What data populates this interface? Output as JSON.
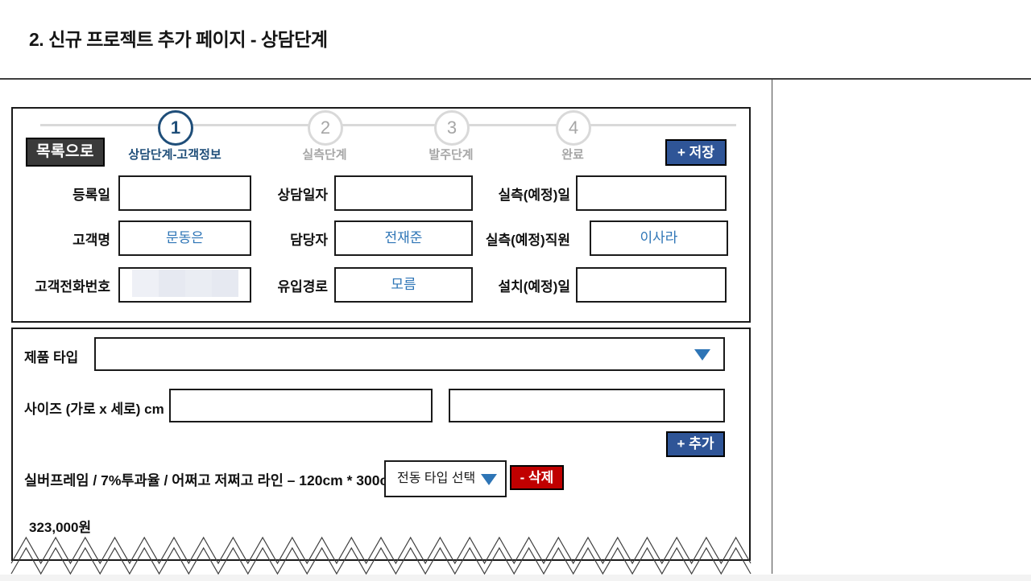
{
  "page": {
    "title": "2. 신규 프로젝트 추가 페이지 - 상담단계"
  },
  "toolbar": {
    "back_label": "목록으로",
    "save_label": "+ 저장"
  },
  "stepper": {
    "steps": [
      {
        "num": "1",
        "label": "상담단계-고객정보",
        "state": "active"
      },
      {
        "num": "2",
        "label": "실측단계",
        "state": "inactive"
      },
      {
        "num": "3",
        "label": "발주단계",
        "state": "inactive"
      },
      {
        "num": "4",
        "label": "완료",
        "state": "inactive"
      }
    ]
  },
  "customer_form": {
    "fields": {
      "reg_date": {
        "label": "등록일",
        "value": ""
      },
      "consult_date": {
        "label": "상담일자",
        "value": ""
      },
      "measure_date": {
        "label": "실측(예정)일",
        "value": ""
      },
      "customer_name": {
        "label": "고객명",
        "value": "문동은"
      },
      "manager": {
        "label": "담당자",
        "value": "전재준"
      },
      "measure_staff": {
        "label": "실측(예정)직원",
        "value": "이사라"
      },
      "customer_phone": {
        "label": "고객전화번호",
        "value": "",
        "redacted": true
      },
      "inflow_channel": {
        "label": "유입경로",
        "value": "모름"
      },
      "install_date": {
        "label": "설치(예정)일",
        "value": ""
      }
    }
  },
  "product_form": {
    "type_label": "제품 타입",
    "type_value": "",
    "size_label": "사이즈 (가로 x 세로) cm",
    "size_width_value": "",
    "size_height_value": "",
    "add_label": "+ 추가",
    "item": {
      "description": "실버프레임 / 7%투과율 / 어쩌고 저쩌고 라인 – 120cm * 300cm",
      "motor_select_value": "전동 타입 선택",
      "delete_label": "- 삭제",
      "price": "323,000원"
    }
  },
  "colors": {
    "step_active": "#1f4e79",
    "step_inactive": "#d9d9d9",
    "accent_blue_button": "#2f5597",
    "value_text_blue": "#2e75b6",
    "delete_red": "#c00000",
    "back_button_dark": "#3a3a3a"
  }
}
